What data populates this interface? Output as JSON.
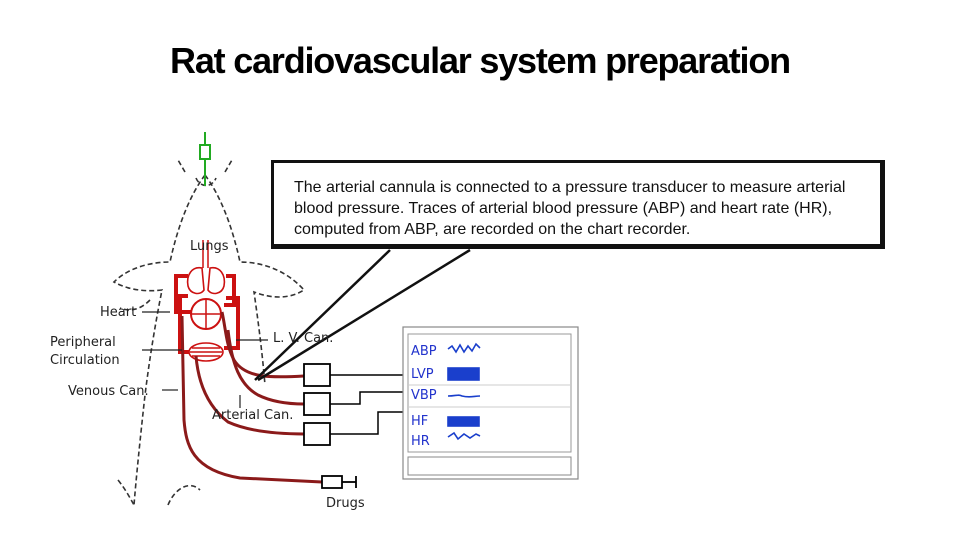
{
  "title": "Rat cardiovascular system preparation",
  "callout": {
    "text": "The arterial cannula is connected to a pressure transducer to measure arterial blood pressure. Traces of arterial blood pressure (ABP) and heart rate (HR), computed from ABP, are recorded on the chart recorder."
  },
  "diagram": {
    "labels": {
      "lungs": "Lungs",
      "heart": "Heart",
      "peripheral_1": "Peripheral",
      "peripheral_2": "Circulation",
      "venous": "Venous Can.",
      "lv_can": "L. V. Can.",
      "arterial": "Arterial Can.",
      "drugs": "Drugs"
    },
    "traces": [
      "ABP",
      "LVP",
      "VBP",
      "HF",
      "HR"
    ],
    "colors": {
      "vessels": "#cc1111",
      "veins": "#8b1a1a",
      "trace_text": "#2233cc",
      "trace_wave": "#1a3fcc",
      "trachea": "#22aa22"
    }
  }
}
